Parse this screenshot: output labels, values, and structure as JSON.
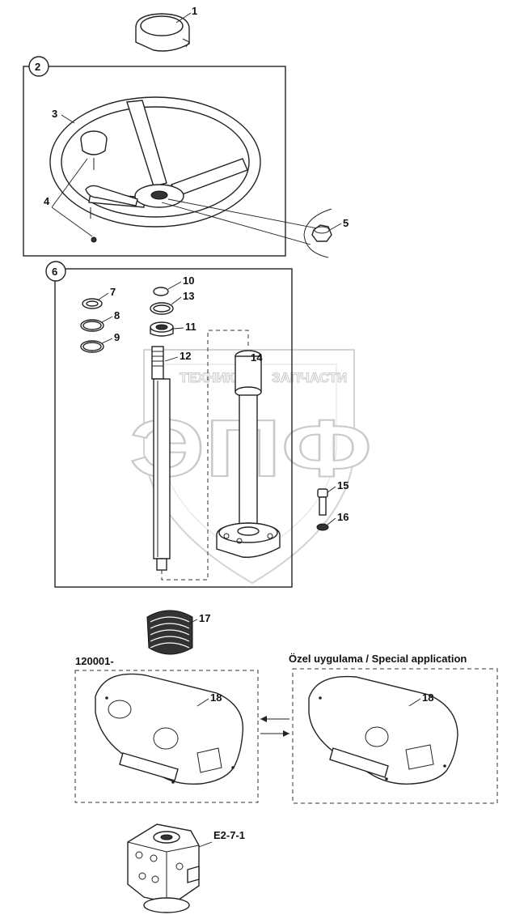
{
  "watermark": {
    "line1": "ТЕХНИКА",
    "line2": "ЗАПЧАСТИ",
    "logo": "ЭПФ"
  },
  "groups": {
    "wheel_group": "2",
    "column_group": "6"
  },
  "part_labels": {
    "p1": "1",
    "p3": "3",
    "p4": "4",
    "p5": "5",
    "p7": "7",
    "p8": "8",
    "p9": "9",
    "p10": "10",
    "p11": "11",
    "p12": "12",
    "p13": "13",
    "p14": "14",
    "p15": "15",
    "p16": "16",
    "p17": "17",
    "p18a": "18",
    "p18b": "18"
  },
  "variants": {
    "left_header": "120001-",
    "right_header": "Özel uygulama / Special application"
  },
  "reference": {
    "label": "E2-7-1"
  }
}
